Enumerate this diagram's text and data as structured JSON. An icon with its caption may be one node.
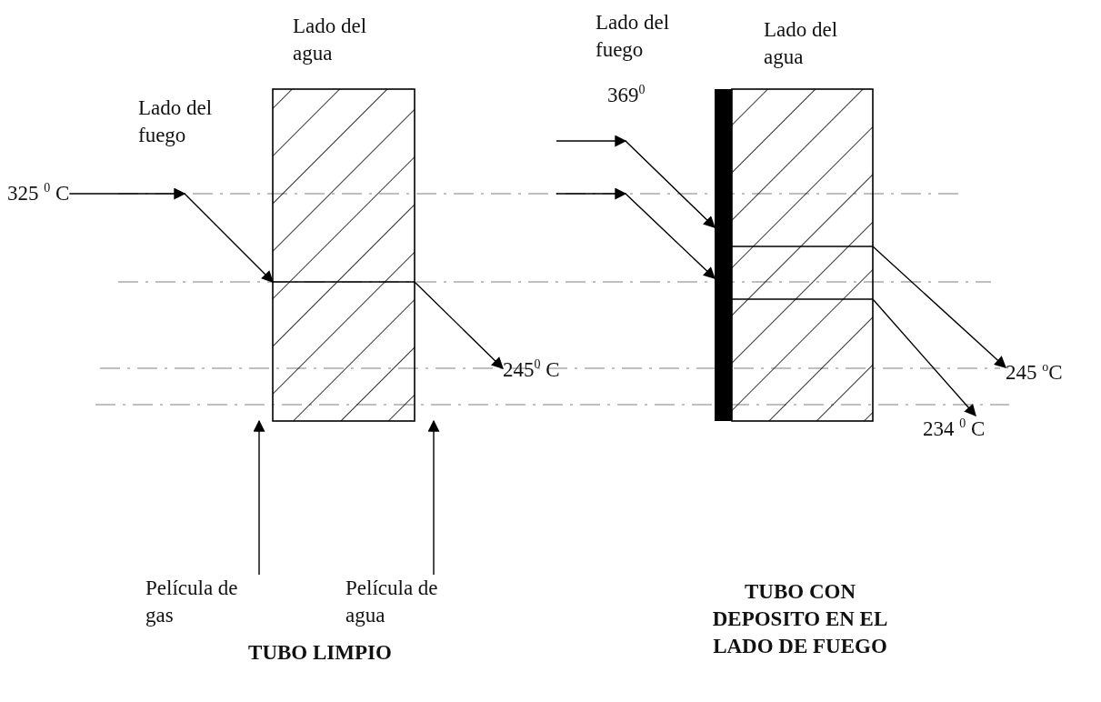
{
  "diagram": {
    "nodes": [
      {
        "text": [
          "325 $^{0}$ C"
        ]
      },
      {
        "text": [],
        "shape": "box"
      },
      {
        "text": [
          "245$^{0}$ C"
        ]
      },
      {
        "text": [
          "Película de gas"
        ]
      },
      {
        "text": [
          "Película de agua"
        ]
      },
      {
        "text": [],
        "shape": "bar"
      },
      {
        "text": [],
        "shape": "box"
      },
      {
        "text": [
          "245 $^{o}$C"
        ]
      },
      {
        "text": [
          "234 $^{0}$ C"
        ]
      }
    ],
    "edges": [
      {
        "from": 0,
        "to": 1,
        "arrow": "to"
      },
      {
        "from": 1,
        "to": 2,
        "arrow": "to"
      },
      {
        "from": 3,
        "to": 1,
        "arrow": "to"
      },
      {
        "from": 4,
        "to": 1,
        "arrow": "to"
      },
      {
        "from": null,
        "to": 5,
        "arrow": "to"
      },
      {
        "from": null,
        "to": 5,
        "arrow": "to"
      },
      {
        "from": 6,
        "to": 7,
        "arrow": "to"
      },
      {
        "from": 6,
        "to": 8,
        "arrow": "to"
      }
    ],
    "labels": [
      "Lado del agua",
      "Lado del fuego",
      "Lado del fuego",
      "Lado del agua",
      "369$^{0}$",
      "TUBO LIMPIO",
      "TUBO CON DEPOSITO EN EL LADO DE FUEGO"
    ]
  }
}
